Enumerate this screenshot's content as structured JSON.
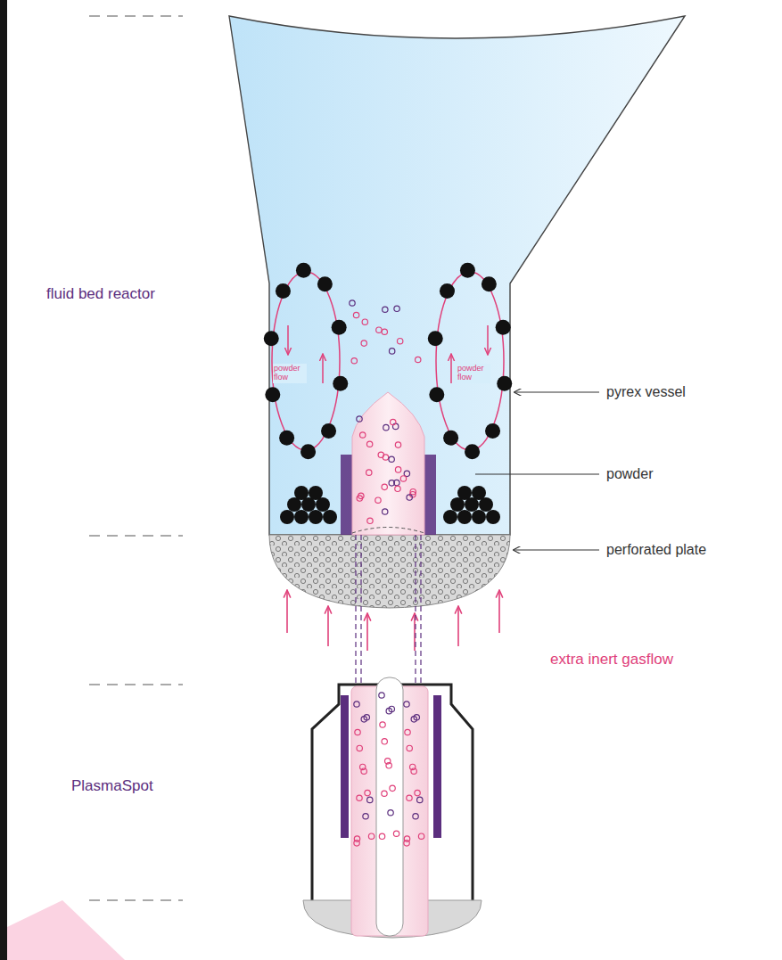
{
  "diagram": {
    "labels": [
      "fluid bed reactor",
      "pyrex vessel",
      "powder",
      "perforated plate",
      "extra inert gasflow",
      "PlasmaSpot",
      "powder flow",
      "powder flow"
    ]
  }
}
